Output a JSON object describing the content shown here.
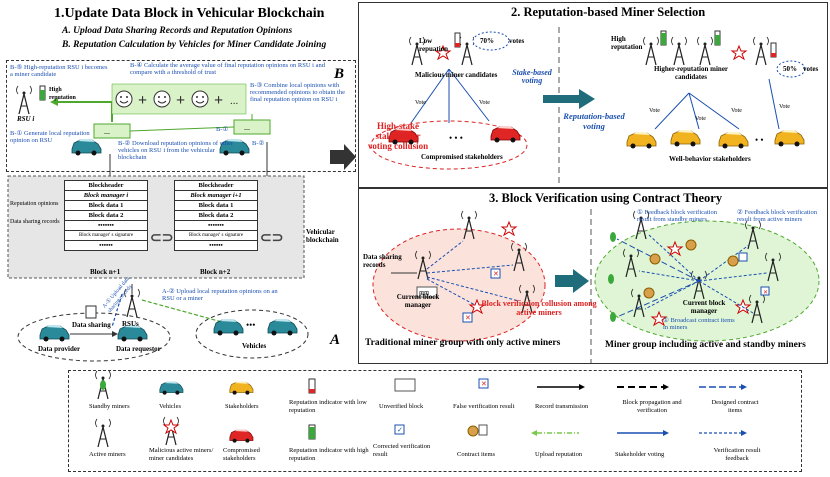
{
  "panel1": {
    "title": "1.Update Data Block in Vehicular Blockchain",
    "subtitle_a": "A. Upload Data Sharing Records and Reputation Opinions",
    "subtitle_b": "B. Reputation Calculation by Vehicles for Miner Candidate Joining",
    "label_b": "B",
    "label_a": "A",
    "b5": "B-⑤ High-reputation RSU i becomes a miner candidate",
    "b4": "B-④ Calculate the average value of final reputation opinions on RSU i and compare with a threshold of trust",
    "b3": "B-③ Combine local opinions with recommended opinions to obtain the final reputation opinion on RSU i",
    "b1": "B-① Generate local reputation opinion on RSU",
    "b2": "B-② Download reputation opinions of other vehicles on RSU i from the vehicular blockchain",
    "b1short": "B-①",
    "b2short": "B-②",
    "high_reputation": "High reputation",
    "rsu_i": "RSU i",
    "rep_opinions": "Reputation opinions",
    "data_sharing_records": "Data sharing records",
    "vehicular_blockchain": "Vehicular blockchain",
    "block1": [
      "Blockheader",
      "Block manager i",
      "Block data 1",
      "Block data 2",
      "•••••••",
      "Block manager' s signature",
      "••••••"
    ],
    "block2": [
      "Blockheader",
      "Block manager i+1",
      "Block data 1",
      "Block data 2",
      "•••••••",
      "Block manager' s signature",
      "••••••"
    ],
    "block1_name": "Block n+1",
    "block2_name": "Block n+2",
    "a1": "A-① Upload data sharing records",
    "a2": "A-② Upload local reputation opinions on an RSU or a miner",
    "rsus": "RSUs",
    "data_sharing": "Data sharing",
    "data_provider": "Data provider",
    "data_requestor": "Data requestor",
    "vehicles": "Vehicles"
  },
  "panel2": {
    "title": "2. Reputation-based Miner Selection",
    "low_reputation": "Low repuation",
    "votes70": "70%",
    "votes_word": "votes",
    "votes50": "50%",
    "malicious": "Malicious miner candidates",
    "stake_voting": "Stake-based voting",
    "rep_voting": "Reputation-based voting",
    "high_stake": "High-stake stakeholder voting collusion",
    "compromised": "Compromised stakeholders",
    "vote": "Vote",
    "high_reputation": "High reputation",
    "higher_rep": "Higher-reputation miner candidates",
    "well_behavior": "Well-behavior stakeholders"
  },
  "panel3": {
    "title": "3. Block Verification using Contract Theory",
    "data_sharing_records": "Data sharing records",
    "current_manager": "Current block manager",
    "collusion": "Block verificaion collusion among active miners",
    "traditional": "Traditional miner group with only active miners",
    "feedback_standby": "① Feedback block verification result from standby miners",
    "feedback_active": "② Feedback block verification result from active miners",
    "broadcast": "① Broadcast contract items in miners",
    "current_manager2": "Current block manager",
    "group_both": "Miner group including active and standby miners"
  },
  "legend": {
    "standby": "Standby miners",
    "vehicles": "Vehicles",
    "stakeholders": "Stakeholders",
    "low_rep": "Reputation indicator with low reputation",
    "unverified": "Unverified block",
    "false_result": "False verification result",
    "record_tx": "Record transmission",
    "block_prop": "Block propagation and verification",
    "designed_contract": "Designed contract items",
    "active": "Active miners",
    "malicious": "Malicious active miners/ miner candidates",
    "compromised": "Compromised stakeholders",
    "high_rep": "Reputation indicator with high reputation",
    "corrected": "Corrected verification result",
    "contract_items": "Contract items",
    "upload_rep": "Upload reputation",
    "stake_vote": "Stakeholder voting",
    "feedback": "Verification result feedback"
  }
}
